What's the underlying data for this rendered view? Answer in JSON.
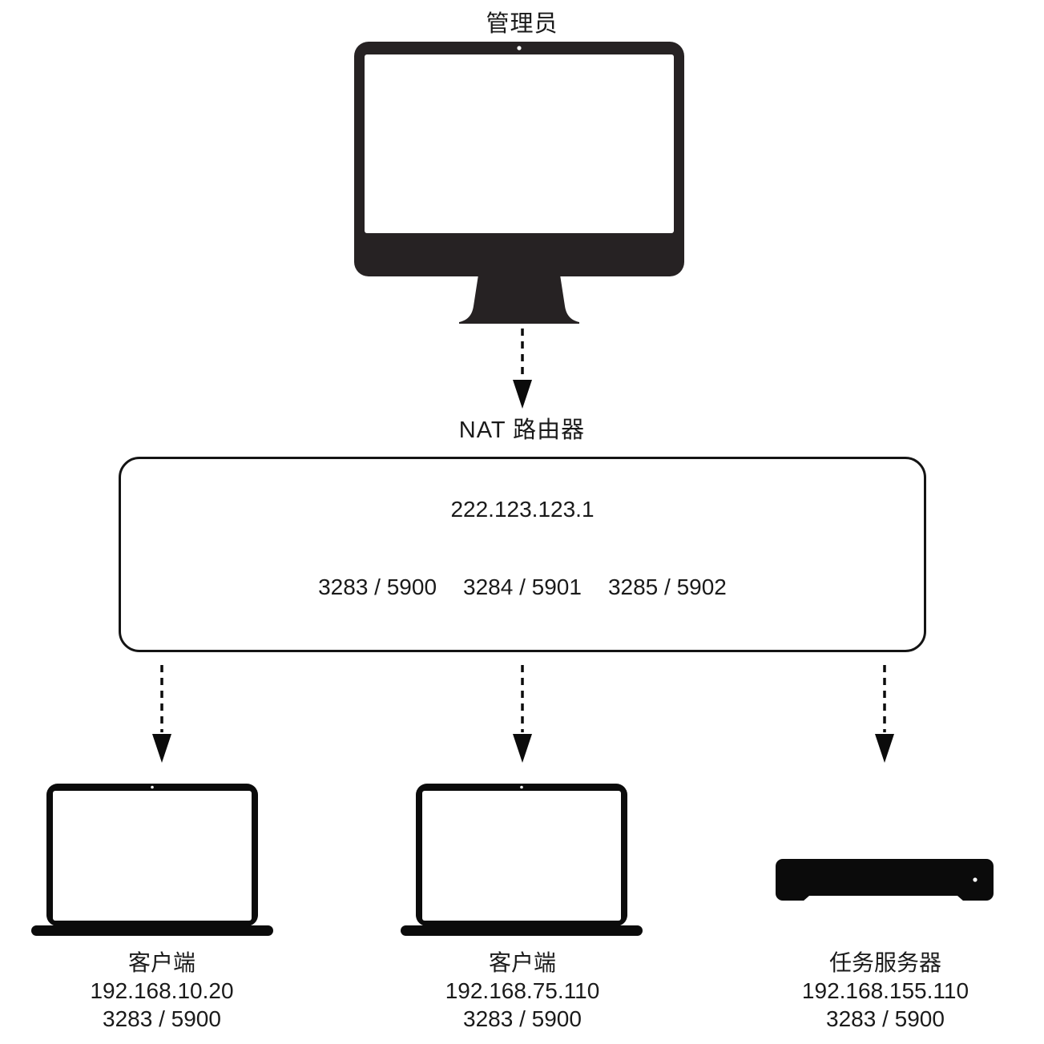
{
  "diagram": {
    "title_implicit": "NAT port-forwarding topology",
    "colors": {
      "background": "#ffffff",
      "text": "#1a1a1a",
      "monitor_icon": "#262223",
      "laptop_icon": "#0b0b0b",
      "server_icon": "#0b0b0b",
      "router_border": "#141414",
      "arrow": "#0b0b0b"
    }
  },
  "admin": {
    "label": "管理员",
    "icon": "desktop-monitor-icon"
  },
  "router": {
    "label": "NAT 路由器",
    "ip": "222.123.123.1",
    "port_mappings": [
      "3283 / 5900",
      "3284 / 5901",
      "3285 / 5902"
    ]
  },
  "devices": [
    {
      "label": "客户端",
      "ip": "192.168.10.20",
      "ports": "3283 / 5900",
      "icon": "laptop-icon"
    },
    {
      "label": "客户端",
      "ip": "192.168.75.110",
      "ports": "3283 / 5900",
      "icon": "laptop-icon"
    },
    {
      "label": "任务服务器",
      "ip": "192.168.155.110",
      "ports": "3283 / 5900",
      "icon": "server-icon"
    }
  ],
  "connections": [
    {
      "from": "admin",
      "to": "router",
      "style": "dashed-arrow"
    },
    {
      "from": "router",
      "to": "client-1",
      "style": "dashed-arrow"
    },
    {
      "from": "router",
      "to": "client-2",
      "style": "dashed-arrow"
    },
    {
      "from": "router",
      "to": "task-server",
      "style": "dashed-arrow"
    }
  ]
}
